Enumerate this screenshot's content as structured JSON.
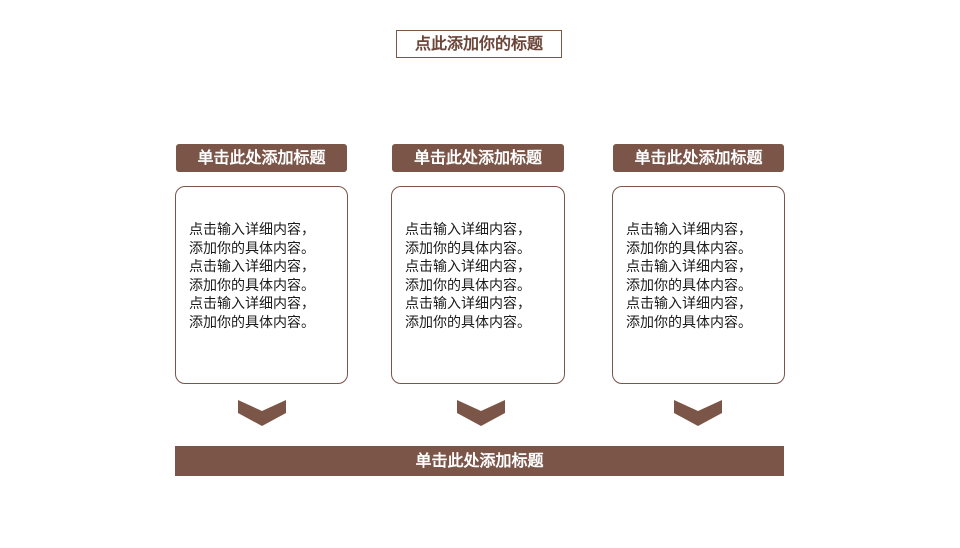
{
  "title": "点此添加你的标题",
  "columns": [
    {
      "header": "单击此处添加标题",
      "lines": [
        "点击输入详细内容，",
        "添加你的具体内容。",
        "点击输入详细内容，",
        "添加你的具体内容。",
        "点击输入详细内容，",
        "添加你的具体内容。"
      ]
    },
    {
      "header": "单击此处添加标题",
      "lines": [
        "点击输入详细内容，",
        "添加你的具体内容。",
        "点击输入详细内容，",
        "添加你的具体内容。",
        "点击输入详细内容，",
        "添加你的具体内容。"
      ]
    },
    {
      "header": "单击此处添加标题",
      "lines": [
        "点击输入详细内容，",
        "添加你的具体内容。",
        "点击输入详细内容，",
        "添加你的具体内容。",
        "点击输入详细内容，",
        "添加你的具体内容。"
      ]
    }
  ],
  "bottom_bar": {
    "label": "单击此处添加标题"
  },
  "icons": {
    "arrow": "chevron-down-icon"
  },
  "colors": {
    "accent": "#7b5548",
    "title_text": "#6b4538",
    "body_text": "#1a1a1a"
  }
}
